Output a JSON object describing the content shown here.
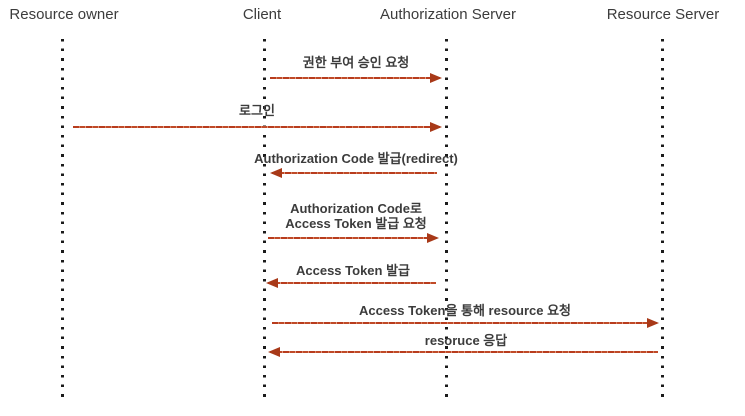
{
  "diagram_type": "sequence-diagram",
  "topic": "OAuth Authorization Code flow",
  "colors": {
    "arrow_line": "#bf4326",
    "arrowhead": "#a83918",
    "text": "#3c3c3c",
    "lifeline_dot": "#1b1b1b",
    "background": "#ffffff"
  },
  "participants": [
    {
      "id": "resource-owner",
      "label": "Resource owner"
    },
    {
      "id": "client",
      "label": "Client"
    },
    {
      "id": "authorization-server",
      "label": "Authorization Server"
    },
    {
      "id": "resource-server",
      "label": "Resource Server"
    }
  ],
  "messages": [
    {
      "label": "권한 부여 승인 요청",
      "from": "Client",
      "to": "Authorization Server",
      "direction": "right"
    },
    {
      "label": "로그인",
      "from": "Resource owner",
      "to": "Authorization Server",
      "direction": "right"
    },
    {
      "label": "Authorization Code 발급(redirect)",
      "from": "Authorization Server",
      "to": "Client",
      "direction": "left"
    },
    {
      "label": "Authorization Code로",
      "label2": "Access Token 발급 요청",
      "from": "Client",
      "to": "Authorization Server",
      "direction": "right"
    },
    {
      "label": "Access Token 발급",
      "from": "Authorization Server",
      "to": "Client",
      "direction": "left"
    },
    {
      "label": "Access Token을 통해 resource 요청",
      "from": "Client",
      "to": "Resource Server",
      "direction": "right"
    },
    {
      "label": "resoruce 응답",
      "from": "Resource Server",
      "to": "Client",
      "direction": "left"
    }
  ]
}
